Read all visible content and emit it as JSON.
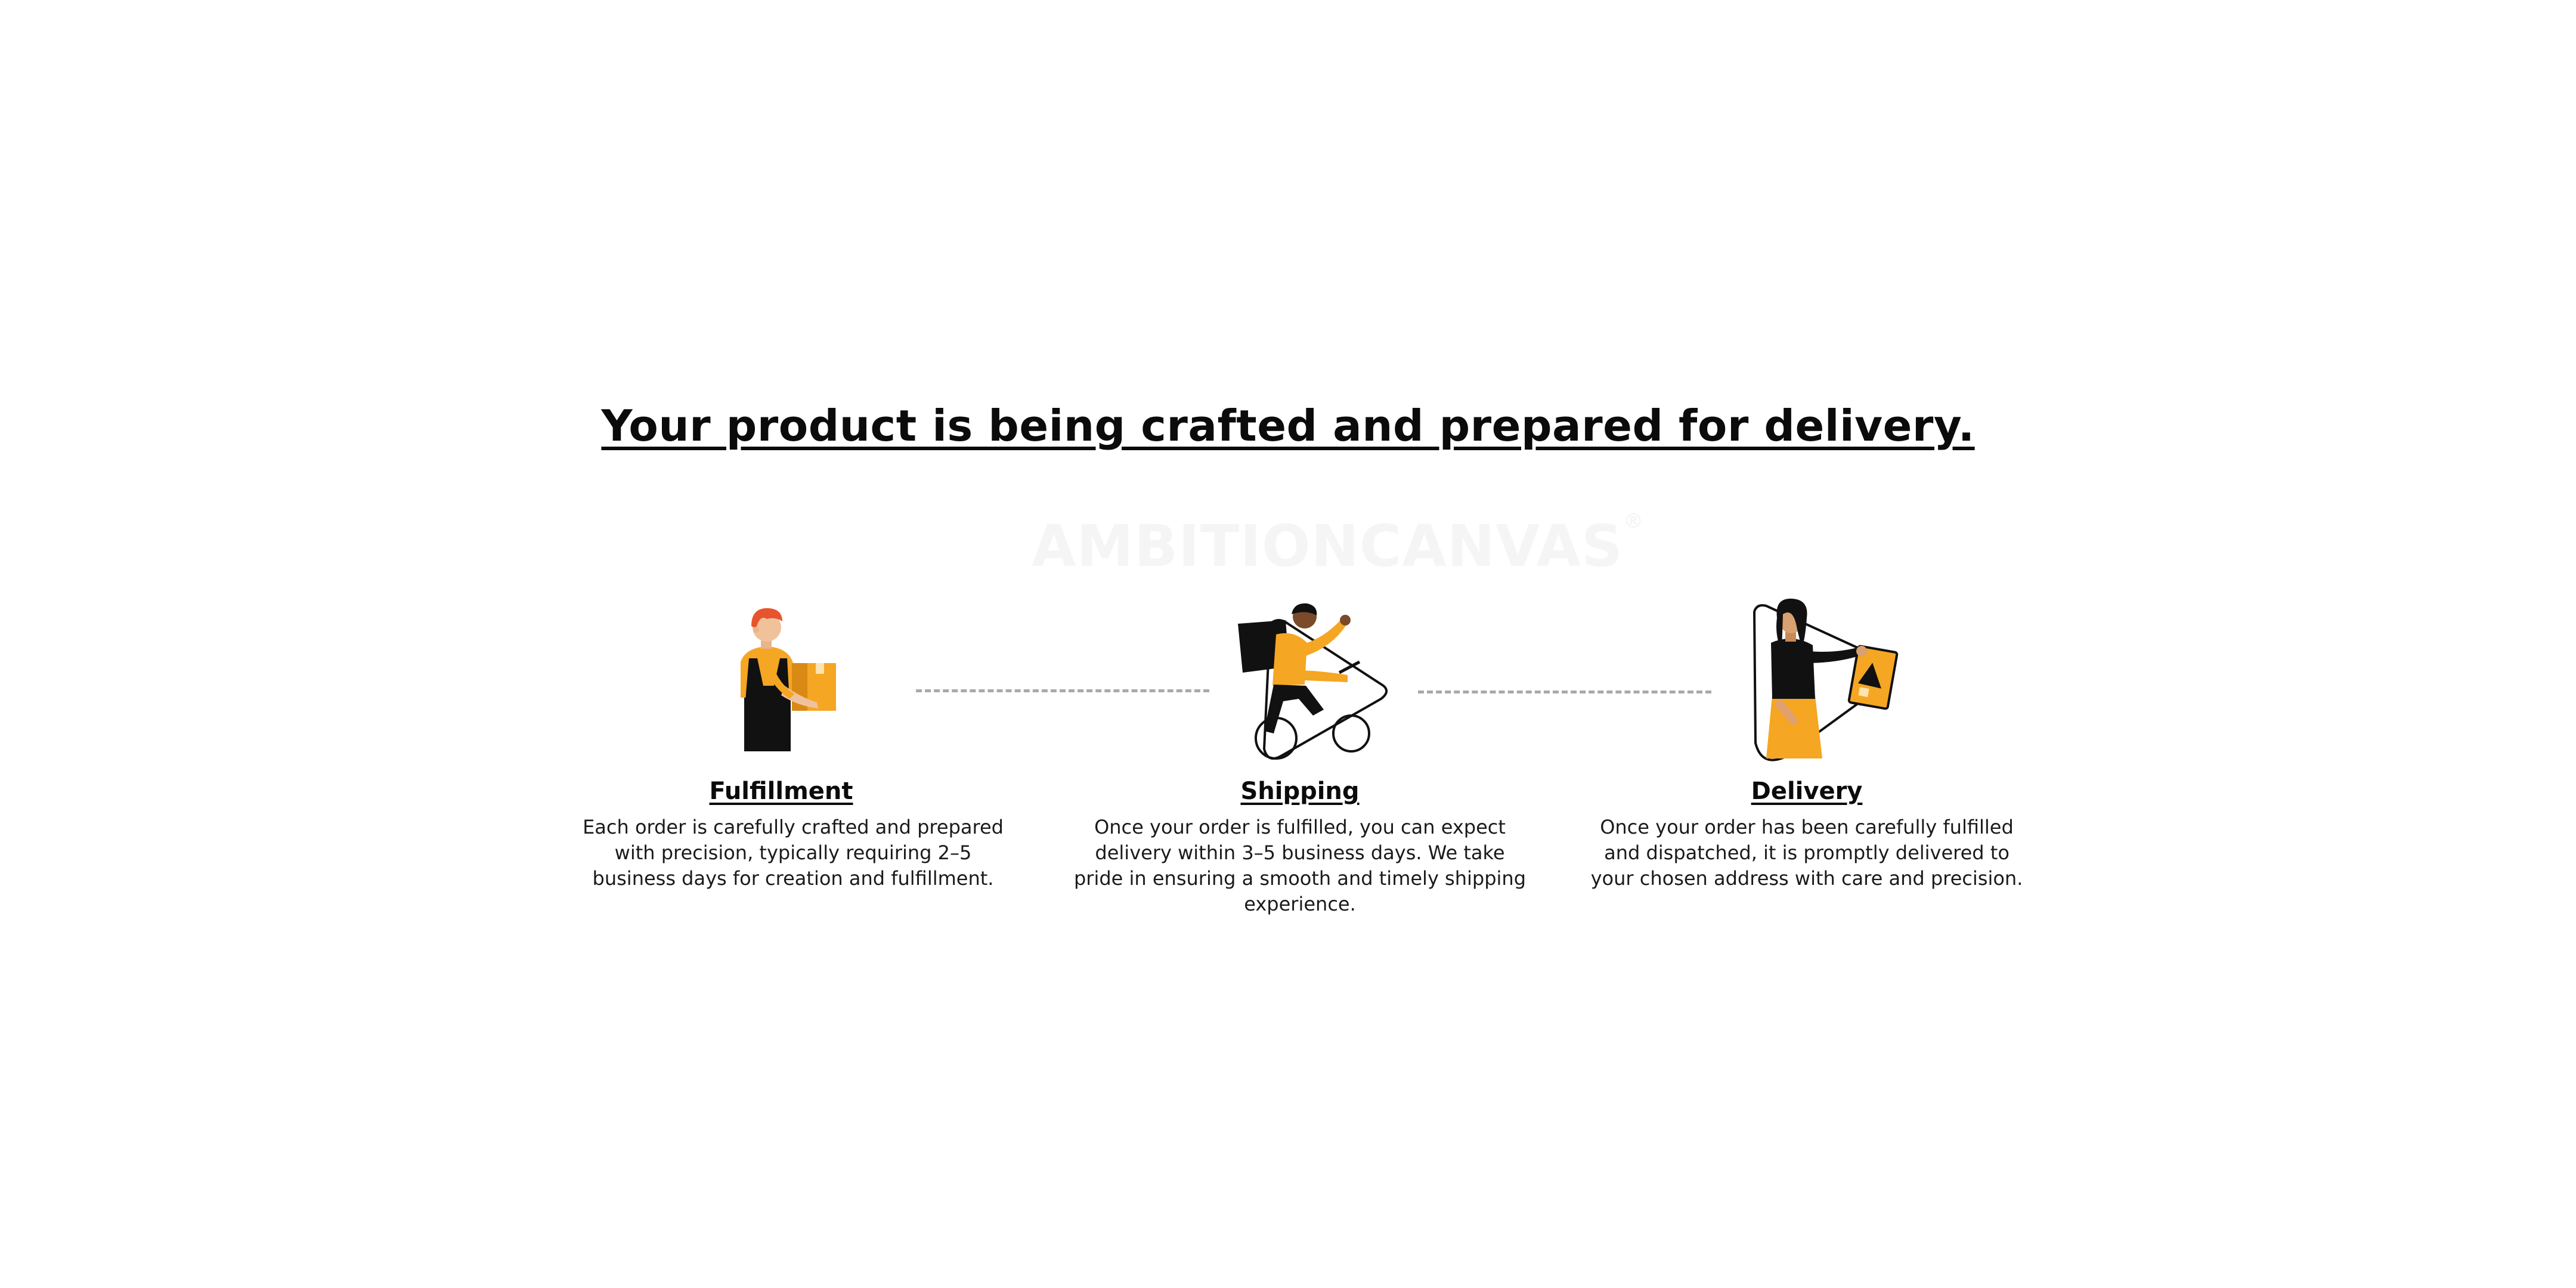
{
  "headline": "Your product is being crafted and prepared for delivery.",
  "watermark": {
    "text": "AMBITIONCANVAS",
    "mark": "®"
  },
  "steps": [
    {
      "title": "Fulfillment",
      "description": "Each order is carefully crafted and prepared with precision, typically requiring 2–5 business days for creation and fulfillment.",
      "icon": "worker-with-box-icon"
    },
    {
      "title": "Shipping",
      "description": "Once your order is fulfilled, you can expect delivery within 3–5 business days. We take pride in ensuring a smooth and timely shipping experience.",
      "icon": "courier-on-bicycle-icon"
    },
    {
      "title": "Delivery",
      "description": "Once your order has been carefully fulfilled and dispatched, it is promptly delivered to your chosen address with care and precision.",
      "icon": "woman-holding-package-icon"
    }
  ],
  "colors": {
    "accent": "#F5A623",
    "accent_dark": "#D98A14",
    "ink": "#111111",
    "dash": "#A9A9A9",
    "watermark": "#F5F5F5"
  }
}
